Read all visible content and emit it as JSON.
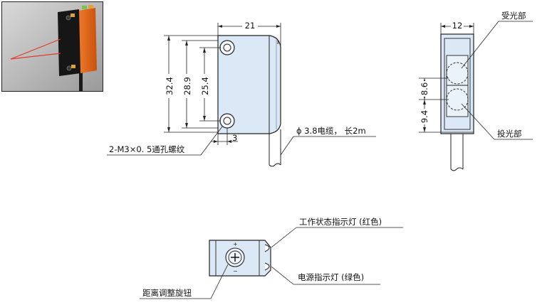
{
  "photo": {
    "alt": "sensor-photo"
  },
  "front_view": {
    "width_label": "21",
    "height_labels": [
      "32.4",
      "28.9",
      "25.4"
    ],
    "hole_offset_label": "3",
    "cable_label": "ϕ 3.8电缆， 长2m",
    "hole_label": "2-M3×0. 5通孔螺纹"
  },
  "side_view": {
    "width_label": "12",
    "receiver_label": "受光部",
    "emitter_label": "投光部",
    "spacing_labels": [
      "8.6",
      "9.4"
    ]
  },
  "top_view": {
    "indicator_red_label": "工作状态指示灯 (红色)",
    "indicator_green_label": "电源指示灯 (绿色)",
    "knob_label": "距离调整旋钮"
  },
  "colors": {
    "body_fill": "#dbe9f6",
    "outline": "#222222",
    "photo_orange": "#e86a1a",
    "laser": "#e23b2a"
  }
}
